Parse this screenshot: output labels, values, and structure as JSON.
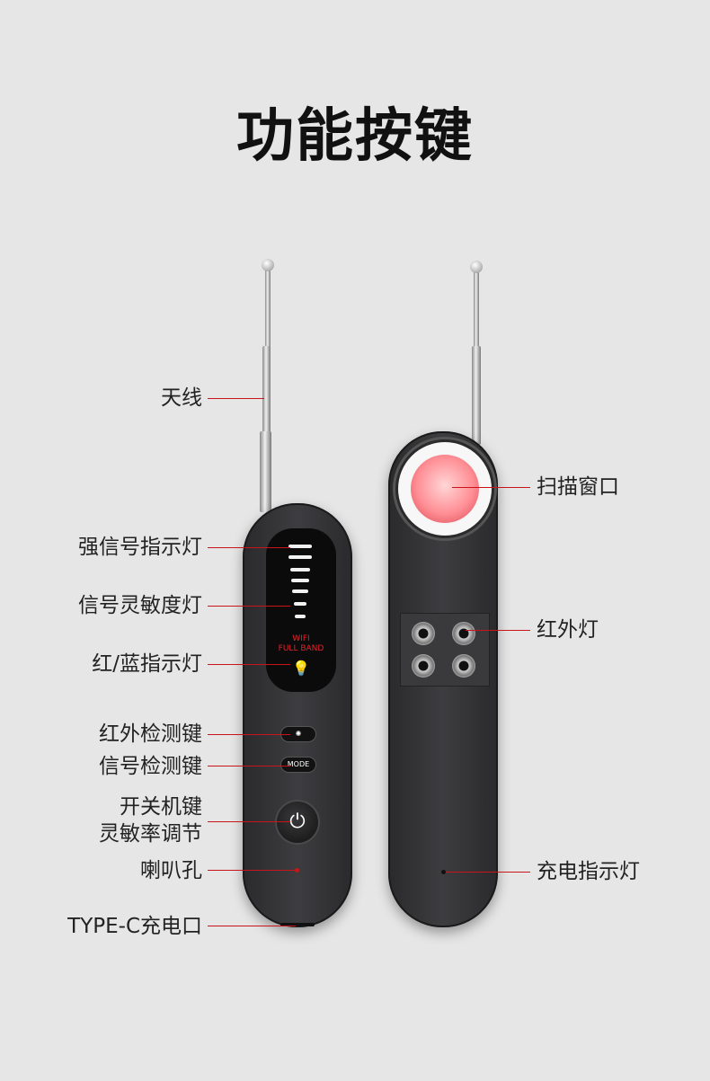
{
  "title": "功能按键",
  "device_labels": {
    "wifi": "WIFI",
    "full_band": "FULL BAND",
    "mode": "MODE"
  },
  "callouts_left": [
    {
      "label": "天线"
    },
    {
      "label": "强信号指示灯"
    },
    {
      "label": "信号灵敏度灯"
    },
    {
      "label": "红/蓝指示灯"
    },
    {
      "label": "红外检测键"
    },
    {
      "label": "信号检测键"
    },
    {
      "label": "开关机键\n灵敏率调节"
    },
    {
      "label": "喇叭孔"
    },
    {
      "label": "TYPE-C充电口"
    }
  ],
  "callouts_right": [
    {
      "label": "扫描窗口"
    },
    {
      "label": "红外灯"
    },
    {
      "label": "充电指示灯"
    }
  ],
  "colors": {
    "accent_line": "#c9141c",
    "background": "#e6e6e6",
    "device_body": "#333336"
  }
}
